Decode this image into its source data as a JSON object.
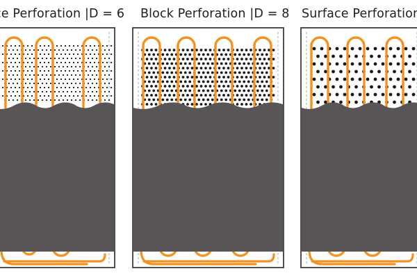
{
  "panels": [
    {
      "title": "ce Perforation |D = 6",
      "perforation": "fine-dense"
    },
    {
      "title": "Block Perforation |D = 8",
      "perforation": "block-dense"
    },
    {
      "title": "Surface Perforation",
      "perforation": "surface-large"
    }
  ],
  "colors": {
    "background": "#ffffff",
    "frame": "#2b2b2b",
    "pipe": "#f39221",
    "fill_block": "#595556",
    "perforation_dot": "#1a1a1a"
  }
}
